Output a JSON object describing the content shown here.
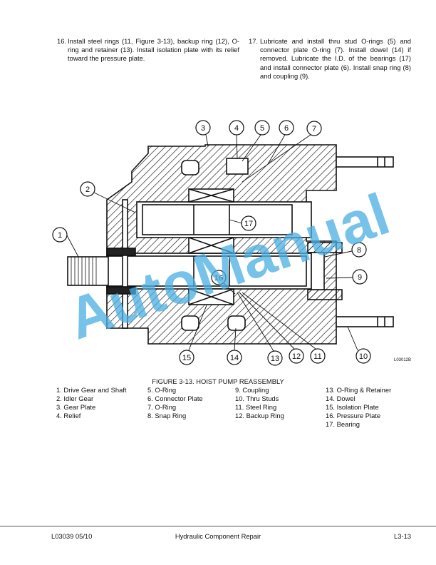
{
  "steps": [
    {
      "number": "16.",
      "text": "Install steel rings (11, Figure 3-13), backup ring (12), O-ring and retainer (13). Install isolation plate with its relief toward the pressure plate."
    },
    {
      "number": "17.",
      "text": "Lubricate and install thru stud O-rings (5) and connector plate O-ring (7). Install dowel (14) if removed. Lubricate the I.D. of the bearings (17) and install connector plate (6). Install snap ring (8) and coupling (9)."
    }
  ],
  "figure": {
    "code": "L03012B",
    "callouts": [
      "1",
      "2",
      "3",
      "4",
      "5",
      "6",
      "7",
      "8",
      "9",
      "10",
      "11",
      "12",
      "13",
      "14",
      "15",
      "16",
      "17"
    ],
    "caption": "FIGURE 3-13. HOIST PUMP REASSEMBLY"
  },
  "legend": [
    [
      "1. Drive Gear and Shaft",
      "2. Idler Gear",
      "3. Gear Plate",
      "4. Relief"
    ],
    [
      "5. O-Ring",
      "6. Connector Plate",
      "7. O-Ring",
      "8. Snap Ring"
    ],
    [
      "9. Coupling",
      "10. Thru Studs",
      "11. Steel Ring",
      "12. Backup Ring"
    ],
    [
      "13. O-Ring & Retainer",
      "14. Dowel",
      "15. Isolation Plate",
      "16. Pressure Plate",
      "17. Bearing"
    ]
  ],
  "footer": {
    "left": "L03039  05/10",
    "center": "Hydraulic Component Repair",
    "right": "L3-13"
  },
  "watermark": "AutoManual",
  "colors": {
    "watermark": "#4aaee0",
    "ink": "#111111"
  }
}
